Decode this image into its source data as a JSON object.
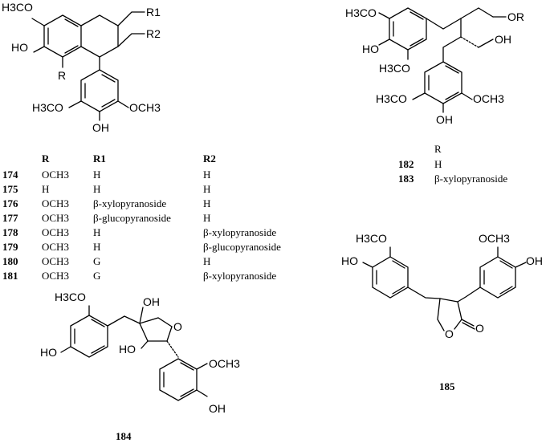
{
  "structures": {
    "s174": {
      "labels": {
        "h3co_top": "H3CO",
        "ho_left": "HO",
        "r": "R",
        "r1": "R1",
        "r2": "R2",
        "h3co_bottom": "H3CO",
        "och3_bottom": "OCH3",
        "oh_bottom": "OH"
      }
    },
    "s182": {
      "labels": {
        "h3co_1": "H3CO",
        "ho_1": "HO",
        "h3co_2": "H3CO",
        "or": "OR",
        "oh_chain": "OH",
        "h3co_3": "H3CO",
        "och3_3": "OCH3",
        "oh_3": "OH"
      }
    },
    "s185": {
      "labels": {
        "h3co": "H3CO",
        "ho": "HO",
        "och3": "OCH3",
        "oh": "OH",
        "o_ring": "O",
        "o_keto": "O"
      },
      "compound_number": "185"
    },
    "s184": {
      "labels": {
        "h3co": "H3CO",
        "ho_left": "HO",
        "oh_top": "OH",
        "ho_mid": "HO",
        "o_ring": "O",
        "och3": "OCH3",
        "oh": "OH"
      },
      "compound_number": "184"
    }
  },
  "table_174": {
    "headers": [
      "R",
      "R1",
      "R2"
    ],
    "rows": [
      {
        "num": "174",
        "r": "OCH3",
        "r1": "H",
        "r2": "H"
      },
      {
        "num": "175",
        "r": "H",
        "r1": "H",
        "r2": "H"
      },
      {
        "num": "176",
        "r": "OCH3",
        "r1": "β-xylopyranoside",
        "r2": "H"
      },
      {
        "num": "177",
        "r": "OCH3",
        "r1": "β-glucopyranoside",
        "r2": "H"
      },
      {
        "num": "178",
        "r": "OCH3",
        "r1": "H",
        "r2": "β-xylopyranoside"
      },
      {
        "num": "179",
        "r": "OCH3",
        "r1": "H",
        "r2": "β-glucopyranoside"
      },
      {
        "num": "180",
        "r": "OCH3",
        "r1": "G",
        "r2": "H"
      },
      {
        "num": "181",
        "r": "OCH3",
        "r1": "G",
        "r2": "β-xylopyranoside"
      }
    ]
  },
  "table_182": {
    "header": "R",
    "rows": [
      {
        "num": "182",
        "r": "H"
      },
      {
        "num": "183",
        "r": "β-xylopyranoside"
      }
    ]
  }
}
